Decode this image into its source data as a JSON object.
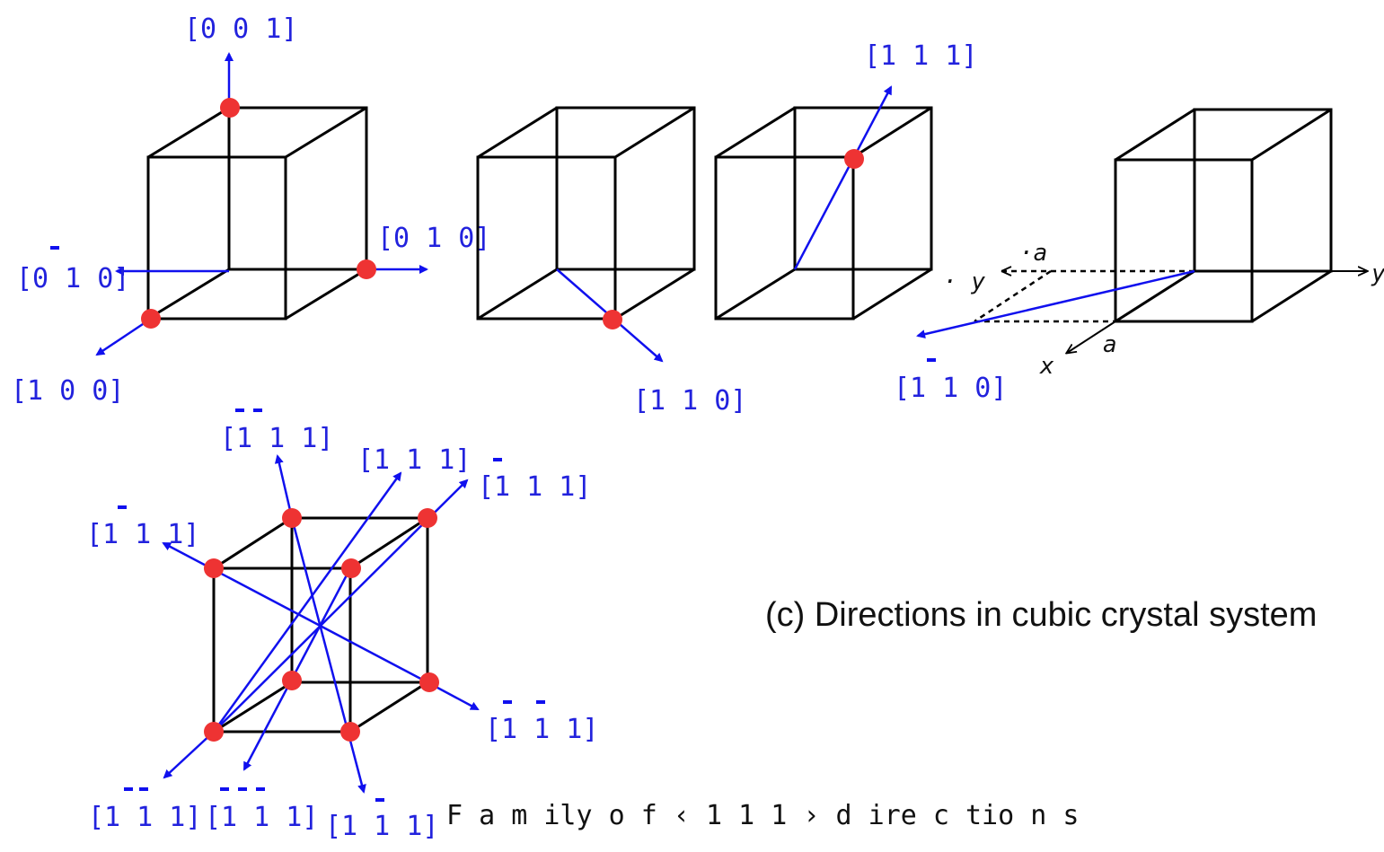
{
  "labels": {
    "d001": "[0 0 1]",
    "d010": "[0 1 0]",
    "d0m10": "[0 1 0]",
    "d100": "[1 0 0]",
    "d110": "[1 1 0]",
    "d111_top": "[1 1 1]",
    "d1m10": "[1 1 0]",
    "axis_y1": "y",
    "axis_neg_a": "a",
    "axis_a": "a",
    "axis_x": "x",
    "axis_y2": "y",
    "f_mm1": "[1 1 1]",
    "f_111": "[1 1 1]",
    "f_m111": "[1 1 1]",
    "f_1m11": "[1 1 1]",
    "f_m1m1_right": "[1 1 1]",
    "f_11mm": "[1 1 1]",
    "f_mmm": "[1 1 1]",
    "f_11m": "[1 1 1]"
  },
  "caption": "(c) Directions in cubic crystal system",
  "family_caption": "F a m ily  o f  ‹ 1 1 1 ›  d ire c tio n s",
  "colors": {
    "edge": "#000000",
    "direction": "#1010ee",
    "atom": "#ee3333",
    "label": "#2222dd"
  }
}
